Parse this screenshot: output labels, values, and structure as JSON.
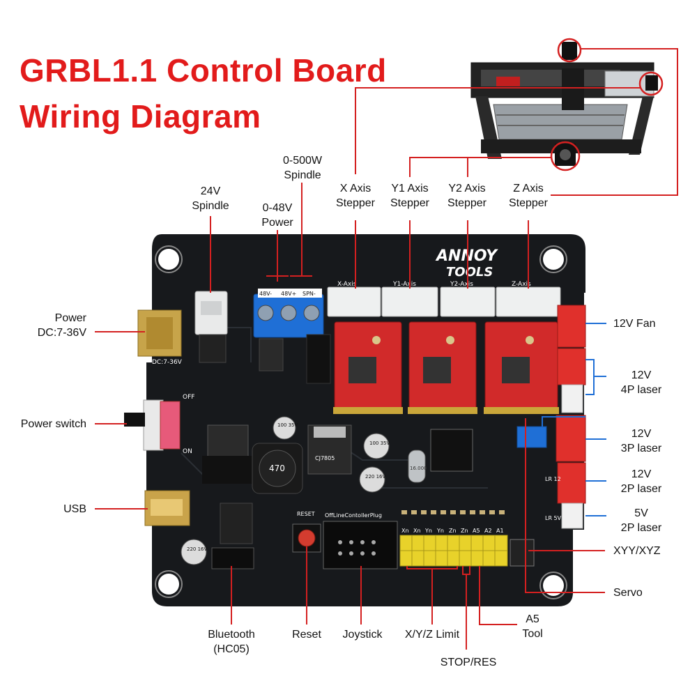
{
  "title": {
    "line1": "GRBL1.1 Control Board",
    "line2": "Wiring Diagram"
  },
  "labels": {
    "spindle_500w": "0-500W\nSpindle",
    "spindle_24v": "24V\nSpindle",
    "power_48v": "0-48V\nPower",
    "x_axis": "X Axis\nStepper",
    "y1_axis": "Y1  Axis\nStepper",
    "y2_axis": "Y2 Axis\nStepper",
    "z_axis": "Z Axis\nStepper",
    "power_dc": "Power\nDC:7-36V",
    "power_switch": "Power switch",
    "usb": "USB",
    "bluetooth": "Bluetooth\n(HC05)",
    "reset": "Reset",
    "joystick": "Joystick",
    "xyz_limit": "X/Y/Z Limit",
    "stop_res": "STOP/RES",
    "a5_tool": "A5\nTool",
    "fan_12v": "12V Fan",
    "laser_4p": "12V\n4P laser",
    "laser_3p": "12V\n3P laser",
    "laser_2p_12v": "12V\n2P laser",
    "laser_2p_5v": "5V\n2P laser",
    "xyy_xyz": "XYY/XYZ",
    "servo": "Servo"
  },
  "board_silk": {
    "brand_top": "ANNOY",
    "brand_bottom": "TOOLS",
    "x_axis": "X-Axis",
    "y1_axis": "Y1-Axis",
    "y2_axis": "Y2-Axis",
    "z_axis": "Z-Axis",
    "terminal_48v_minus": "48V-",
    "terminal_48v_plus": "48V+",
    "terminal_spn": "SPN-",
    "dc_label": "DC:7-36V",
    "off": "OFF",
    "on": "ON",
    "reset": "RESET",
    "offline": "OffLineContollerPlug",
    "cap1": "100\n35V",
    "cap2": "100\n35V",
    "cap3": "220\n16V",
    "cap4": "220\n16V",
    "inductor": "470",
    "reg": "CJ7805",
    "crystal": "16.000",
    "pins": [
      "Xn",
      "Xn",
      "Yn",
      "Yn",
      "Zn",
      "Zn",
      "A5",
      "A2",
      "A1"
    ],
    "lr12": "LR 12",
    "lr5": "LR 5V"
  },
  "colors": {
    "accent": "#e21b1b",
    "wire_red": "#d42020",
    "wire_blue": "#1f6fd6",
    "board": "#17191c"
  }
}
